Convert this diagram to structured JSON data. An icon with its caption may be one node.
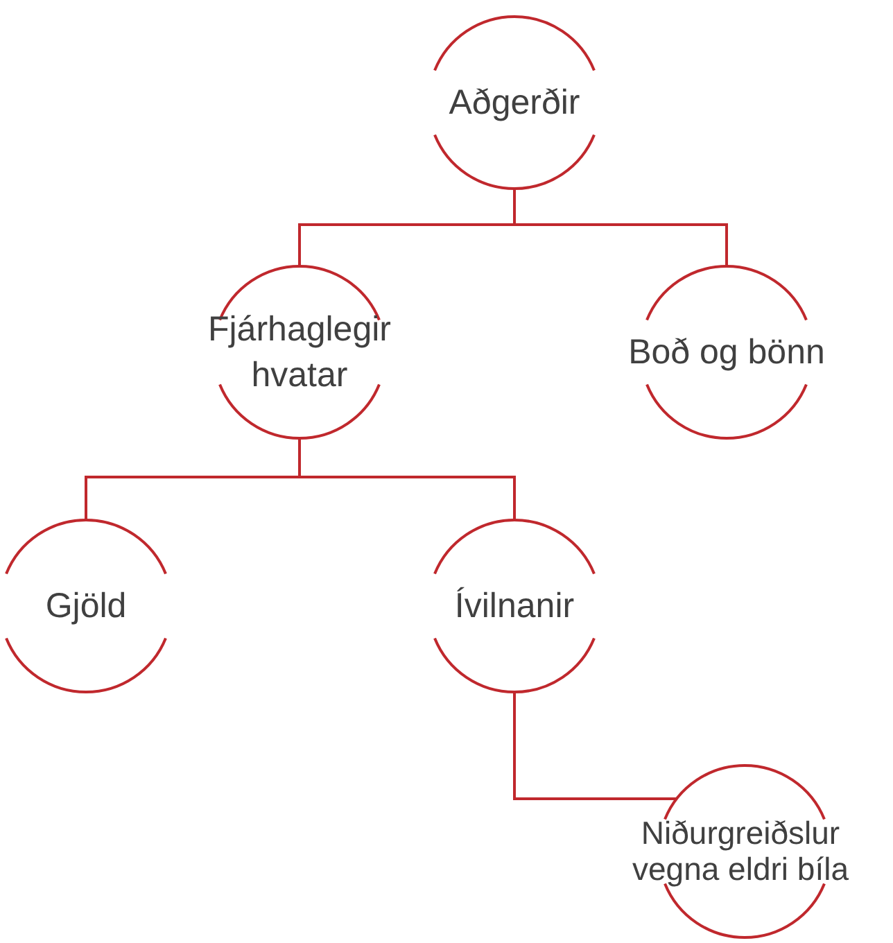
{
  "diagram": {
    "nodes": [
      {
        "text": [
          "Aðgerðir"
        ]
      },
      {
        "text": [
          "Fjárhaglegir hvatar"
        ]
      },
      {
        "text": [
          "Boð og bönn"
        ]
      },
      {
        "text": [
          "Gjöld"
        ]
      },
      {
        "text": [
          "Ívilnanir"
        ]
      },
      {
        "text": [
          "Niðurgreiðslur vegna eldri bíla"
        ]
      }
    ],
    "edges": [
      {
        "from": 0,
        "to": 1,
        "arrow": "none"
      },
      {
        "from": 0,
        "to": 2,
        "arrow": "none"
      },
      {
        "from": 1,
        "to": 3,
        "arrow": "none"
      },
      {
        "from": 1,
        "to": 4,
        "arrow": "none"
      },
      {
        "from": 4,
        "to": 5,
        "arrow": "none"
      }
    ]
  }
}
